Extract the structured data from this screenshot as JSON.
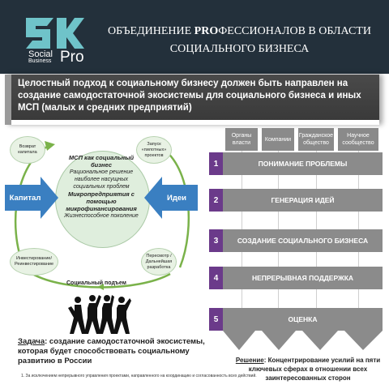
{
  "header": {
    "logo_social": "Social",
    "logo_business": "Business",
    "logo_pro": "Pro",
    "title_line1_pre": "ОБЪЕДИНЕНИЕ ",
    "title_line1_bold": "PRO",
    "title_line1_post": "ФЕССИОНАЛОВ В ОБЛАСТИ",
    "title_line2": "СОЦИАЛЬНОГО БИЗНЕСА"
  },
  "banner": {
    "text": "Целостный подход к социальному бизнесу должен быть направлен на создание самодостаточной экосистемы для социального бизнеса и иных  МСП (малых и средних предприятий)"
  },
  "diagram": {
    "center_title": "МСП как социальный бизнес",
    "center_line1": "Рациональное решение наиболее насущных социальных проблем",
    "center_line2": "Микропредприятия с помощью микрофинансирования",
    "center_line3": "Жизнеспособное поколение",
    "capital_label": "Капитал",
    "ideas_label": "Идеи",
    "return_capital": "Возврат капитала",
    "launch_projects": "Запуск «пилотных» проектов",
    "investing": "Инвестирование/ Реинвестирование",
    "reviewing": "Пересмотр / Дальнейшая разработка",
    "social_lift": "Социальный подъем"
  },
  "task": {
    "label": "Задача",
    "text": ": создание самодостаточной экосистемы, которая будет способствовать социальному развитию в России"
  },
  "table": {
    "columns": [
      "Органы власти",
      "Компании",
      "Гражданское общество",
      "Научное сообщество"
    ],
    "steps": [
      {
        "num": "1",
        "label": "ПОНИМАНИЕ ПРОБЛЕМЫ"
      },
      {
        "num": "2",
        "label": "ГЕНЕРАЦИЯ ИДЕЙ"
      },
      {
        "num": "3",
        "label": "СОЗДАНИЕ СОЦИАЛЬНОГО БИЗНЕСА"
      },
      {
        "num": "4",
        "label": "НЕПРЕРЫВНАЯ ПОДДЕРЖКА"
      },
      {
        "num": "5",
        "label": "ОЦЕНКА"
      }
    ]
  },
  "solution": {
    "label": "Решение",
    "text": ": Концентрирование усилий на пяти ключевых сферах в отношении всех заинтересованных сторон"
  },
  "footnote": "1. За исключением непрерывного управления проектами, направленного на координацию и согласованность всех действий.",
  "colors": {
    "header_bg": "#23303b",
    "logo_teal": "#6fc3c9",
    "step_purple": "#6b3a8a",
    "bar_gray": "#8b8b8b",
    "arrow_blue": "#3a7fc1",
    "lift_green": "#7ab24a"
  }
}
